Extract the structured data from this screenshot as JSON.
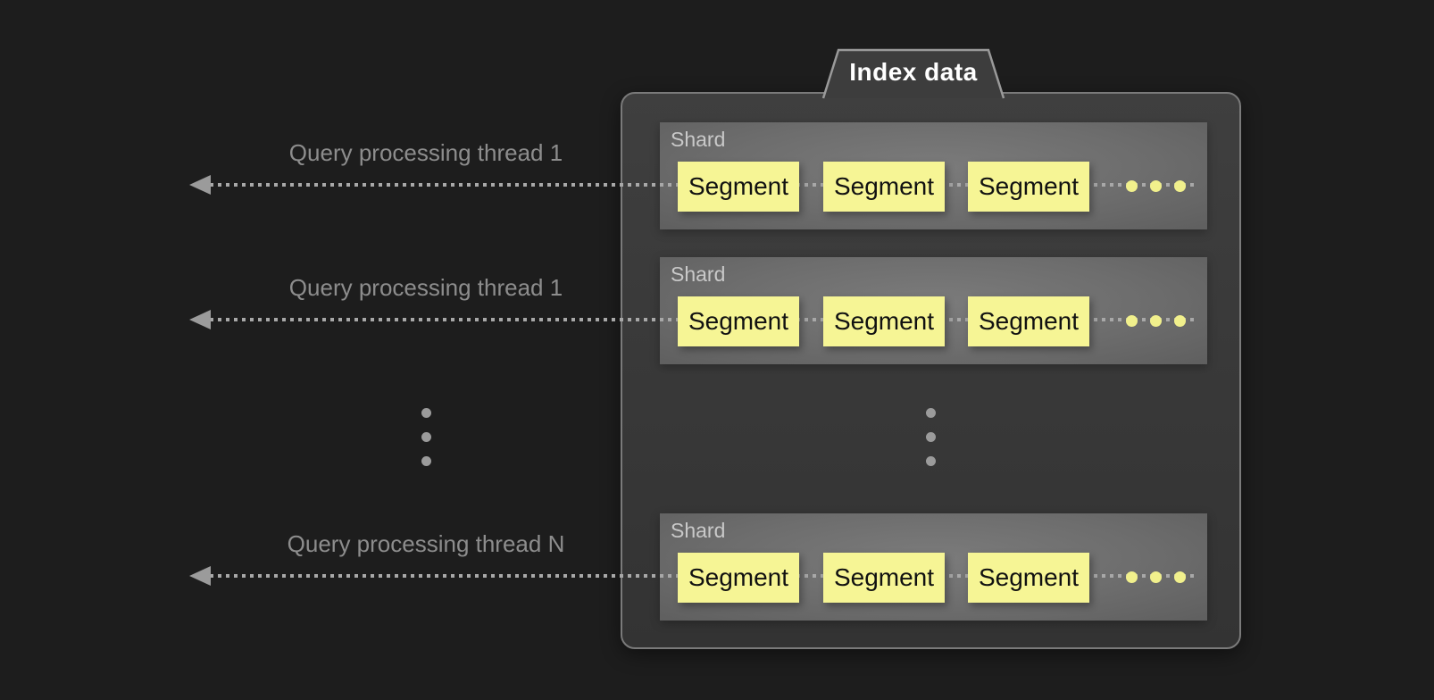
{
  "canvas": {
    "bg": "#1d1d1d"
  },
  "index_box": {
    "label": "Index data"
  },
  "threads": [
    {
      "label": "Query processing thread 1",
      "arrow_icon": "dotted-left-arrow-icon"
    },
    {
      "label": "Query processing thread 1",
      "arrow_icon": "dotted-left-arrow-icon"
    },
    {
      "label": "Query processing thread N",
      "arrow_icon": "dotted-left-arrow-icon"
    }
  ],
  "shards": [
    {
      "label": "Shard",
      "segments": [
        "Segment",
        "Segment",
        "Segment"
      ],
      "more_icon": "horizontal-ellipsis-icon"
    },
    {
      "label": "Shard",
      "segments": [
        "Segment",
        "Segment",
        "Segment"
      ],
      "more_icon": "horizontal-ellipsis-icon"
    },
    {
      "label": "Shard",
      "segments": [
        "Segment",
        "Segment",
        "Segment"
      ],
      "more_icon": "horizontal-ellipsis-icon"
    }
  ],
  "ellipsis": {
    "left_icon": "vertical-ellipsis-icon",
    "inner_icon": "vertical-ellipsis-icon"
  },
  "colors": {
    "background": "#1d1d1d",
    "container_fill": "#3a3a3a",
    "container_border": "#7a7a7a",
    "tab_fill": "#3d3d3d",
    "tab_border": "#9a9a9a",
    "tab_text": "#ffffff",
    "shard_fill": "#6d6d6d",
    "shard_label_text": "#c9c9c9",
    "segment_fill": "#f6f595",
    "segment_text": "#111111",
    "dotted_line": "#a8a8a8",
    "yellow_dot": "#f1f08c",
    "gray_dot": "#9b9b9b",
    "thread_label_text": "#8d8d8d"
  }
}
